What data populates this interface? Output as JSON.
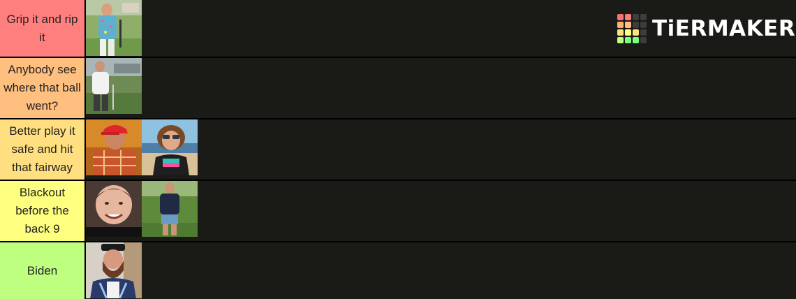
{
  "logo": {
    "text": "TiERMAKER",
    "cells": [
      "#f87171",
      "#fb7b7b",
      "#3d3d3d",
      "#3d3d3d",
      "#ffb26b",
      "#ffbf80",
      "#3d3d3d",
      "#3d3d3d",
      "#ffdf7f",
      "#ffff80",
      "#ffdf7f",
      "#3d3d3d",
      "#bfff7f",
      "#7fff7f",
      "#7fff7f",
      "#3d3d3d"
    ]
  },
  "tiers": [
    {
      "label": "Grip it and rip it",
      "color": "#ff7f7f",
      "items": [
        "photo-golfer-floral-shirt"
      ]
    },
    {
      "label": "Anybody see where that ball went?",
      "color": "#ffbf7f",
      "items": [
        "photo-golfer-white-shirt"
      ]
    },
    {
      "label": "Better play it safe and hit that fairway",
      "color": "#ffdf7f",
      "items": [
        "photo-red-cap-plaid-shirt",
        "photo-curly-hair-sunglasses"
      ]
    },
    {
      "label": "Blackout before the back 9",
      "color": "#ffff7f",
      "items": [
        "photo-smiling-face-closeup",
        "photo-man-on-grass"
      ]
    },
    {
      "label": "Biden",
      "color": "#bfff7f",
      "items": [
        "photo-bearded-man-cap"
      ]
    }
  ]
}
